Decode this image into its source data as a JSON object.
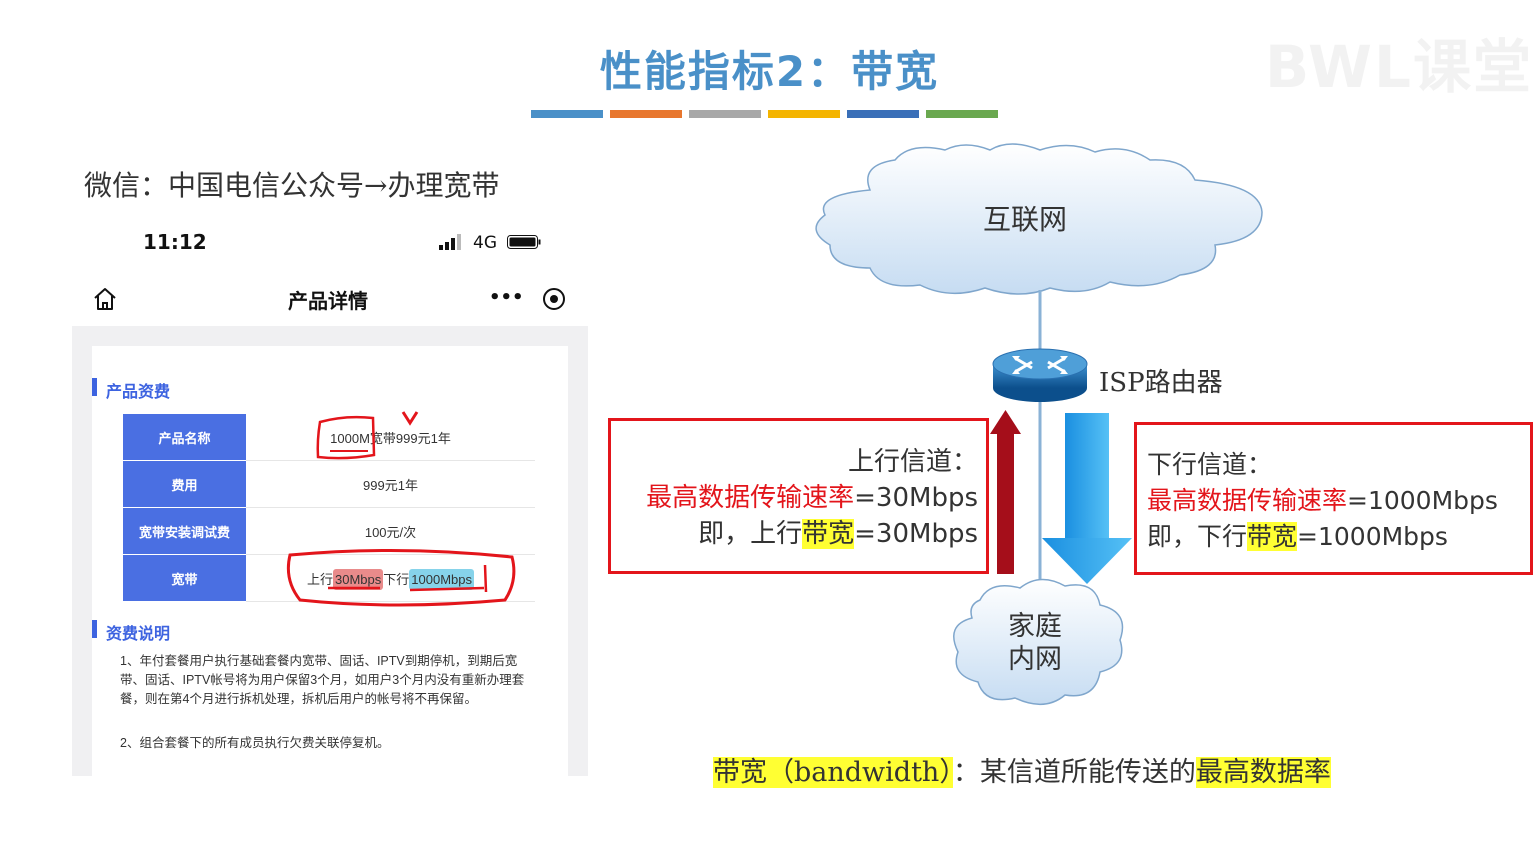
{
  "slide": {
    "title": "性能指标2：带宽",
    "watermark": "BWL课堂",
    "color_bars": [
      "#4a90c8",
      "#e8772e",
      "#a8a8a8",
      "#f4b400",
      "#3a6fb8",
      "#6aa84f"
    ]
  },
  "left": {
    "wechat_path": "微信：中国电信公众号→办理宽带",
    "phone": {
      "time": "11:12",
      "network": "4G",
      "page_title": "产品详情",
      "more": "•••"
    },
    "fees_section_title": "产品资费",
    "fees_table": [
      {
        "label": "产品名称",
        "value": "1000M宽带999元1年"
      },
      {
        "label": "费用",
        "value": "999元1年"
      },
      {
        "label": "宽带安装调试费",
        "value": "100元/次"
      },
      {
        "label": "宽带",
        "value_parts": [
          "上行",
          "30Mbps",
          "下行",
          "1000Mbps"
        ]
      }
    ],
    "notes_section_title": "资费说明",
    "notes": [
      "1、年付套餐用户执行基础套餐内宽带、固话、IPTV到期停机，到期后宽带、固话、IPTV帐号将为用户保留3个月，如用户3个月内没有重新办理套餐，则在第4个月进行拆机处理，拆机后用户的帐号将不再保留。",
      "2、组合套餐下的所有成员执行欠费关联停复机。"
    ]
  },
  "diagram": {
    "internet": "互联网",
    "router_label": "ISP路由器",
    "home_line1": "家庭",
    "home_line2": "内网",
    "uplink": {
      "heading": "上行信道：",
      "rate_label": "最高数据传输速率",
      "rate_value": "=30Mbps",
      "eq_prefix": "即，上行",
      "eq_hl": "带宽",
      "eq_value": "=30Mbps"
    },
    "downlink": {
      "heading": "下行信道：",
      "rate_label": "最高数据传输速率",
      "rate_value": "=1000Mbps",
      "eq_prefix": "即，下行",
      "eq_hl": "带宽",
      "eq_value": "=1000Mbps"
    },
    "definition": {
      "term": "带宽（bandwidth）",
      "middle": "：某信道所能传送的",
      "end": "最高数据率"
    }
  }
}
